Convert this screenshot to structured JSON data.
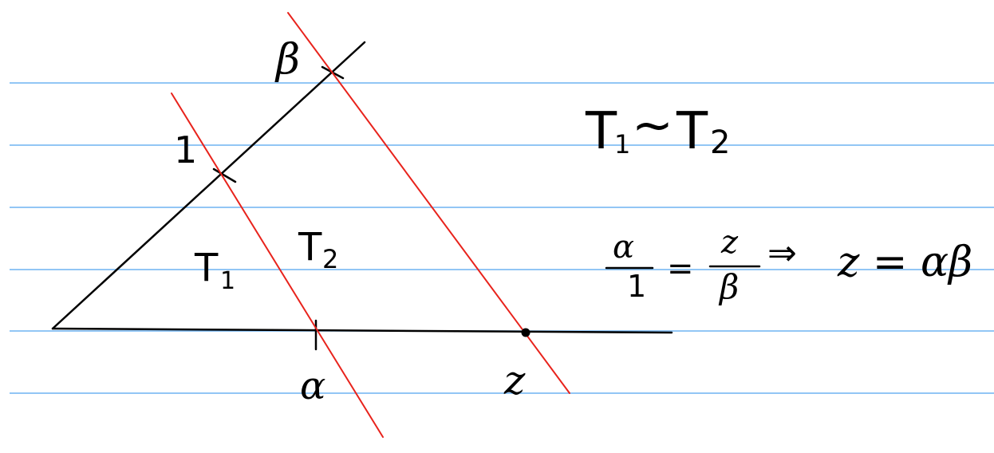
{
  "colors": {
    "ruled_line": "#6fb3f2",
    "construction_line": "#e8231c",
    "ink": "#000000",
    "background": "#ffffff"
  },
  "labels": {
    "beta": "β",
    "one": "1",
    "alpha": "α",
    "z": "z",
    "t1_sub": "1",
    "t2_sub": "2",
    "t_letter": "T"
  },
  "equations": {
    "similarity": {
      "left": "T",
      "left_sub": "1",
      "relation": "~",
      "right": "T",
      "right_sub": "2"
    },
    "ratio": {
      "num_left": "α",
      "den_left": "1",
      "equals": "=",
      "num_right": "z",
      "den_right": "β",
      "implies": "⇒",
      "result": "z = αβ"
    }
  }
}
